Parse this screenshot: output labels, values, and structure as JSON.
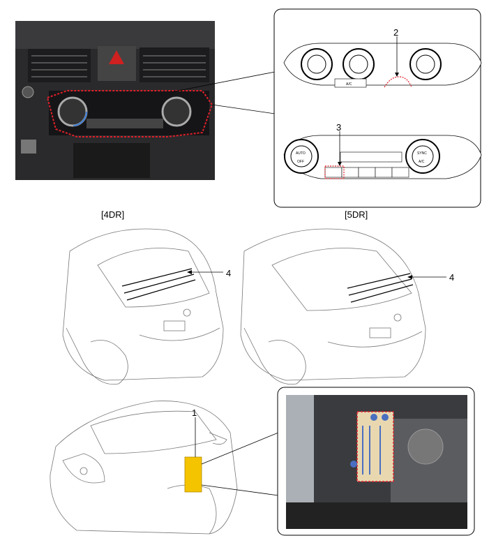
{
  "figure": {
    "callouts": {
      "heated_rear_switch_manual": "2",
      "heated_rear_switch_auto": "3",
      "rear_window_defogger_4dr": "4",
      "rear_window_defogger_5dr": "4",
      "control_module": "1"
    },
    "variant_labels": {
      "four_door": "[4DR]",
      "five_door": "[5DR]"
    },
    "panel_text": {
      "manual_ac": "A/C",
      "auto": "AUTO",
      "off": "OFF",
      "sync": "SYNC",
      "auto_ac": "A/C"
    },
    "colors": {
      "highlight": "#e0202a",
      "module": "#f5c400",
      "photo_dark": "#2a2a2c"
    }
  }
}
